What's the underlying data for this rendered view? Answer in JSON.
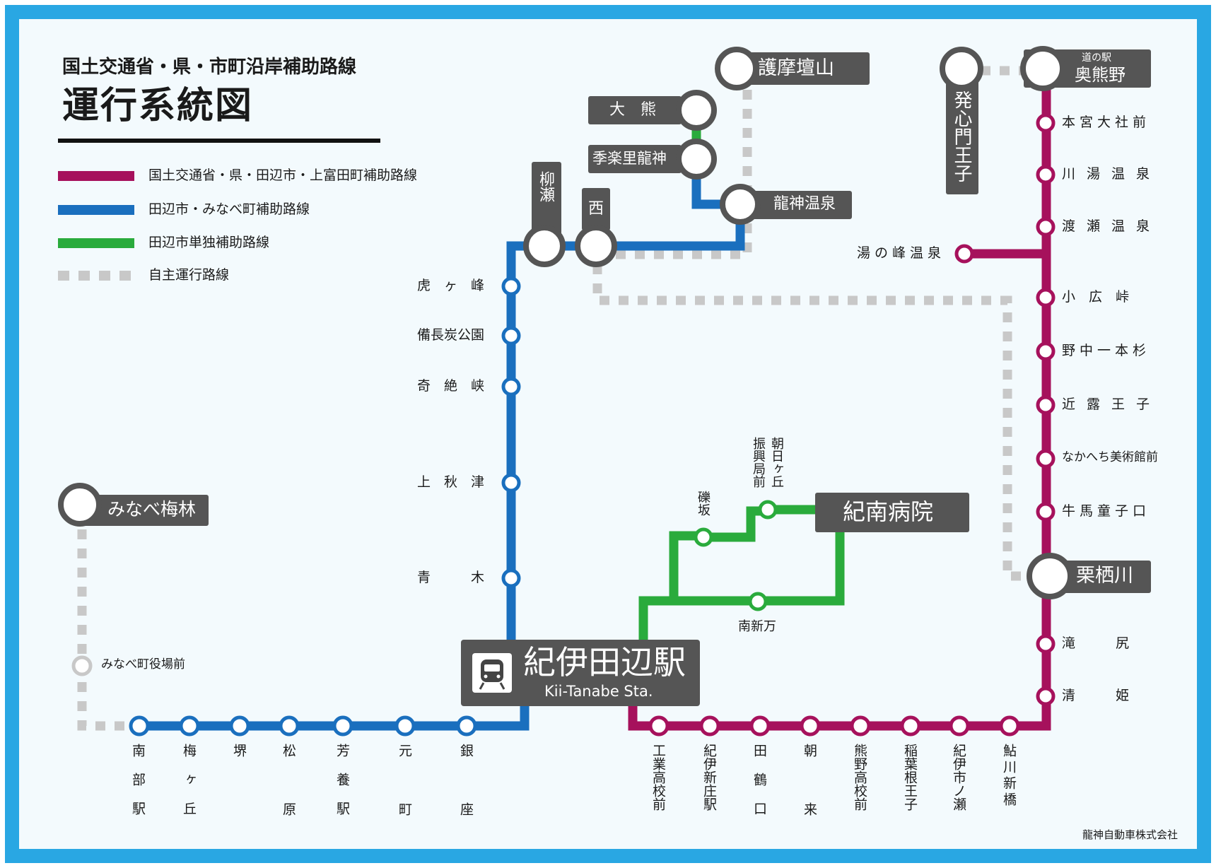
{
  "header": {
    "subtitle": "国土交通省・県・市町沿岸補助路線",
    "title": "運行系統図"
  },
  "legend": [
    {
      "label": "国土交通省・県・田辺市・上富田町補助路線",
      "color": "#a6115c"
    },
    {
      "label": "田辺市・みなべ町補助路線",
      "color": "#1a6fbe"
    },
    {
      "label": "田辺市単独補助路線",
      "color": "#2aab3c"
    },
    {
      "label": "自主運行路線",
      "color": "#c8c8c8"
    }
  ],
  "colors": {
    "frame": "#29a7e3",
    "background": "#f3fafd",
    "magenta": "#a6115c",
    "blue": "#1a6fbe",
    "green": "#2aab3c",
    "gray": "#c8c8c8",
    "box": "#555555"
  },
  "terminals": {
    "gomadanzan": "護摩壇山",
    "okuma": "大　熊",
    "kirasato": "季楽里龍神",
    "ryujin_onsen": "龍神温泉",
    "yanase": "柳瀬",
    "nishi": "西",
    "hosshinmon": "発心門王子",
    "michinoeki_small": "道の駅",
    "okukumano": "奥熊野",
    "minabe_bairin": "みなべ梅林",
    "kinan_hospital": "紀南病院",
    "kurisugawa": "栗栖川",
    "kii_tanabe": "紀伊田辺駅",
    "kii_tanabe_en": "Kii-Tanabe Sta."
  },
  "blue_stops": [
    "虎　ヶ　峰",
    "備長炭公園",
    "奇　絶　峡",
    "上　秋　津",
    "青　　　木"
  ],
  "bottom_blue": [
    "南部駅",
    "梅ヶ丘",
    "堺",
    "松原",
    "芳養駅",
    "元町",
    "銀座"
  ],
  "bottom_magenta": [
    "工業高校前",
    "紀伊新庄駅",
    "田鶴口",
    "朝来",
    "熊野高校前",
    "稲葉根王子",
    "紀伊市ノ瀬",
    "鮎川新橋"
  ],
  "right_stops": [
    "本宮大社前",
    "川湯温泉",
    "渡瀬温泉",
    "小　広　峠",
    "野中一本杉",
    "近露王子",
    "なかへち美術館前",
    "牛馬童子口",
    "滝　　　尻",
    "清　　　姫"
  ],
  "yunomine": "湯の峰温泉",
  "green_stops": {
    "isozaka": "礫坂",
    "furyo": "振興局前",
    "asahigaoka": "朝日ヶ丘",
    "minami_shinjo": "南新万"
  },
  "minabe_yakuba": "みなべ町役場前",
  "footer": "龍神自動車株式会社"
}
